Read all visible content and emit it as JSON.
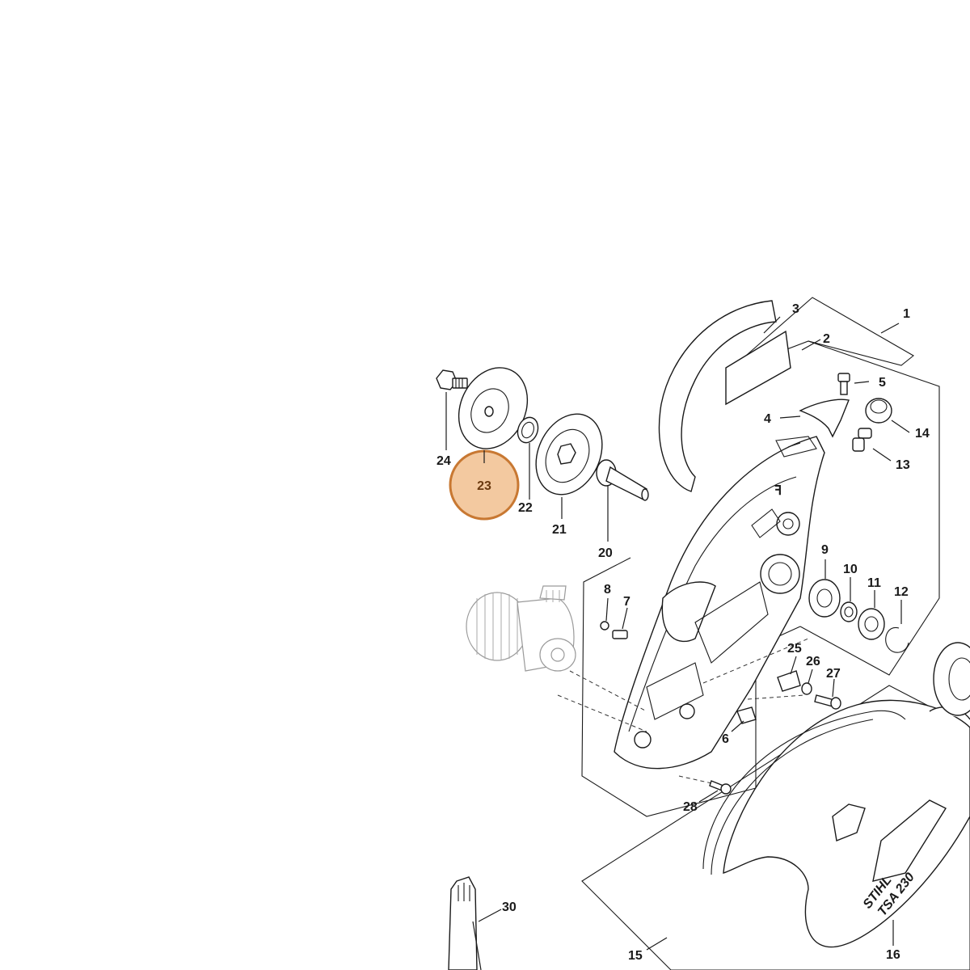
{
  "diagram": {
    "highlighted_part": "23",
    "highlight_color": "#f3c9a0",
    "highlight_stroke": "#c87832",
    "brand_logo_text": "STIHL",
    "model_logo_text": "TSA 230",
    "parts": [
      "1",
      "2",
      "3",
      "4",
      "5",
      "6",
      "7",
      "8",
      "9",
      "10",
      "11",
      "12",
      "13",
      "14",
      "15",
      "16",
      "20",
      "21",
      "22",
      "23",
      "24",
      "25",
      "26",
      "27",
      "28",
      "30"
    ]
  }
}
